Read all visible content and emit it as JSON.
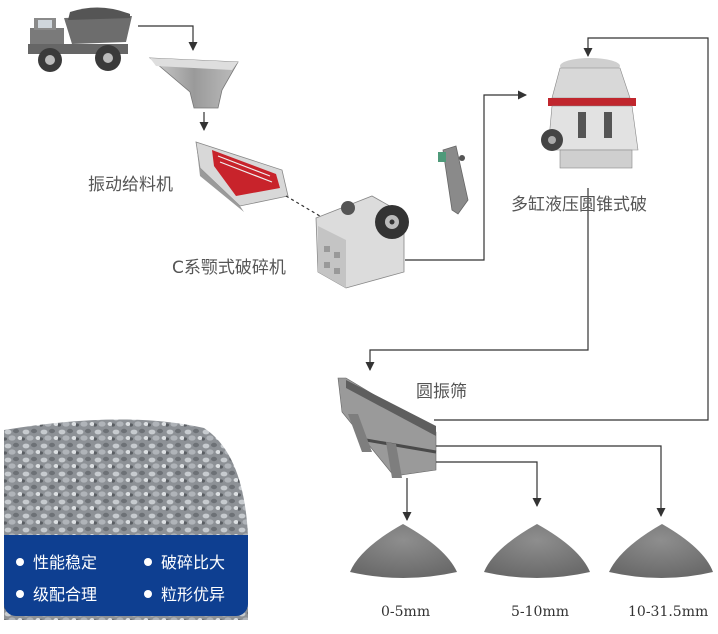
{
  "labels": {
    "vibrating_feeder": "振动给料机",
    "jaw_crusher": "C系颚式破碎机",
    "cone_crusher": "多缸液压圆锥式破",
    "vibrating_screen": "圆振筛"
  },
  "sizes": [
    "0-5mm",
    "5-10mm",
    "10-31.5mm"
  ],
  "features": [
    "性能稳定",
    "破碎比大",
    "级配合理",
    "粒形优异"
  ],
  "colors": {
    "accent": "#0e3f91",
    "arrow": "#333333",
    "cone_crusher_red": "#c0262d",
    "feeder_red": "#c8232b"
  }
}
